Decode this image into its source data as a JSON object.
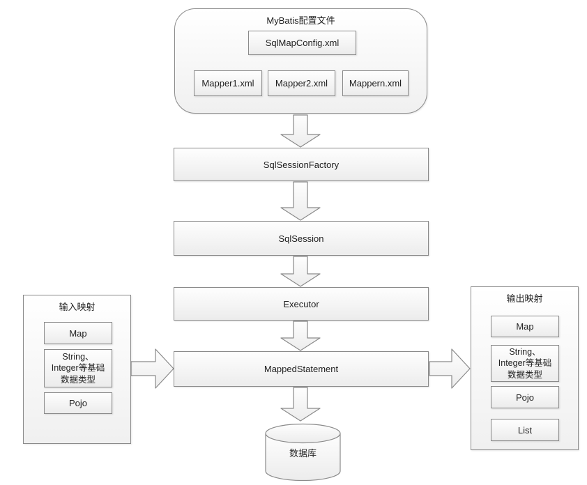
{
  "colors": {
    "border": "#8a8a8a",
    "fill_top": "#fefefe",
    "fill_bottom": "#ececec",
    "text": "#1f1f1f",
    "background": "#ffffff"
  },
  "config_group": {
    "title": "MyBatis配置文件",
    "main_file": "SqlMapConfig.xml",
    "mapper_files": [
      "Mapper1.xml",
      "Mapper2.xml",
      "Mappern.xml"
    ]
  },
  "flow_boxes": [
    "SqlSessionFactory",
    "SqlSession",
    "Executor",
    "MappedStatement"
  ],
  "database_label": "数据库",
  "input_panel": {
    "title": "输入映射",
    "items": [
      "Map",
      "String、\nInteger等基础\n数据类型",
      "Pojo"
    ]
  },
  "output_panel": {
    "title": "输出映射",
    "items": [
      "Map",
      "String、\nInteger等基础\n数据类型",
      "Pojo",
      "List"
    ]
  }
}
